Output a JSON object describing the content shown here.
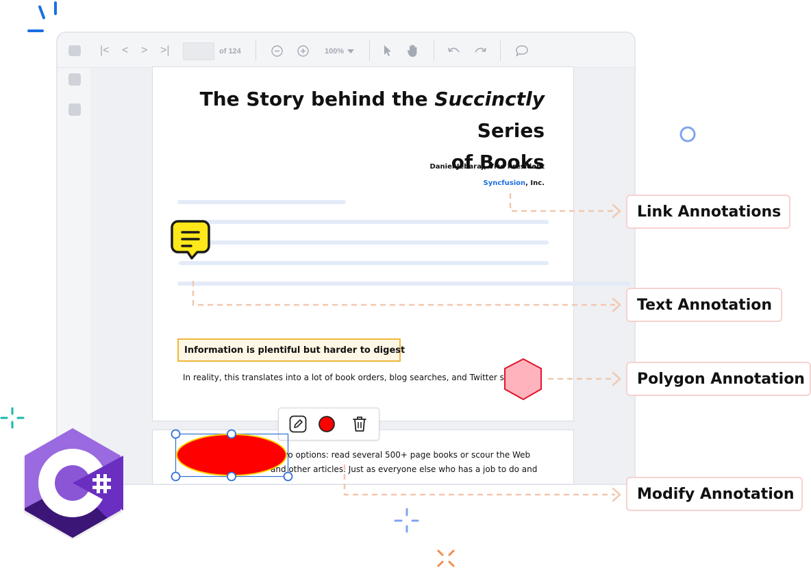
{
  "toolbar": {
    "page_of": "of 124",
    "zoom": "100%"
  },
  "document": {
    "title_part1": "The Story behind the ",
    "title_italic": "Succinctly",
    "title_part2": " Series",
    "title_line2": "of Books",
    "author": "Daniel Jebaraj, Vice President",
    "company_link": "Syncfusion",
    "company_suffix": ", Inc.",
    "highlight_heading": "Information is plentiful but harder to digest",
    "paragraph": "In reality, this translates into a lot of book orders, blog searches, and Twitter scans.",
    "page2_line1": "wo options: read several 500+ page books or scour the Web",
    "page2_line1_prefix": "fo",
    "page2_line2": "and other articles. Just as everyone else who has a job to do and"
  },
  "callouts": {
    "link": "Link Annotations",
    "text": "Text Annotation",
    "polygon": "Polygon Annotation",
    "modify": "Modify Annotation"
  },
  "colors": {
    "accent_blue": "#1a6fe0",
    "callout_border": "#f6d2cf",
    "connector": "#f2c7ae",
    "highlight_border": "#f0b73a",
    "highlight_bg": "#fff7e6",
    "sticky_yellow": "#ffe81a",
    "polygon_fill": "#ffb3bd",
    "polygon_stroke": "#e0152c",
    "ellipse_fill": "#ff0000",
    "ellipse_stroke": "#ffd400",
    "csharp_purple": "#8a56d6"
  },
  "icons": [
    "first-page-icon",
    "prev-page-icon",
    "next-page-icon",
    "last-page-icon",
    "zoom-out-icon",
    "zoom-in-icon",
    "chevron-down-icon",
    "select-cursor-icon",
    "pan-hand-icon",
    "undo-icon",
    "redo-icon",
    "comment-icon",
    "sticky-note-icon",
    "edit-pencil-icon",
    "color-circle-icon",
    "delete-trash-icon",
    "csharp-logo-icon"
  ]
}
